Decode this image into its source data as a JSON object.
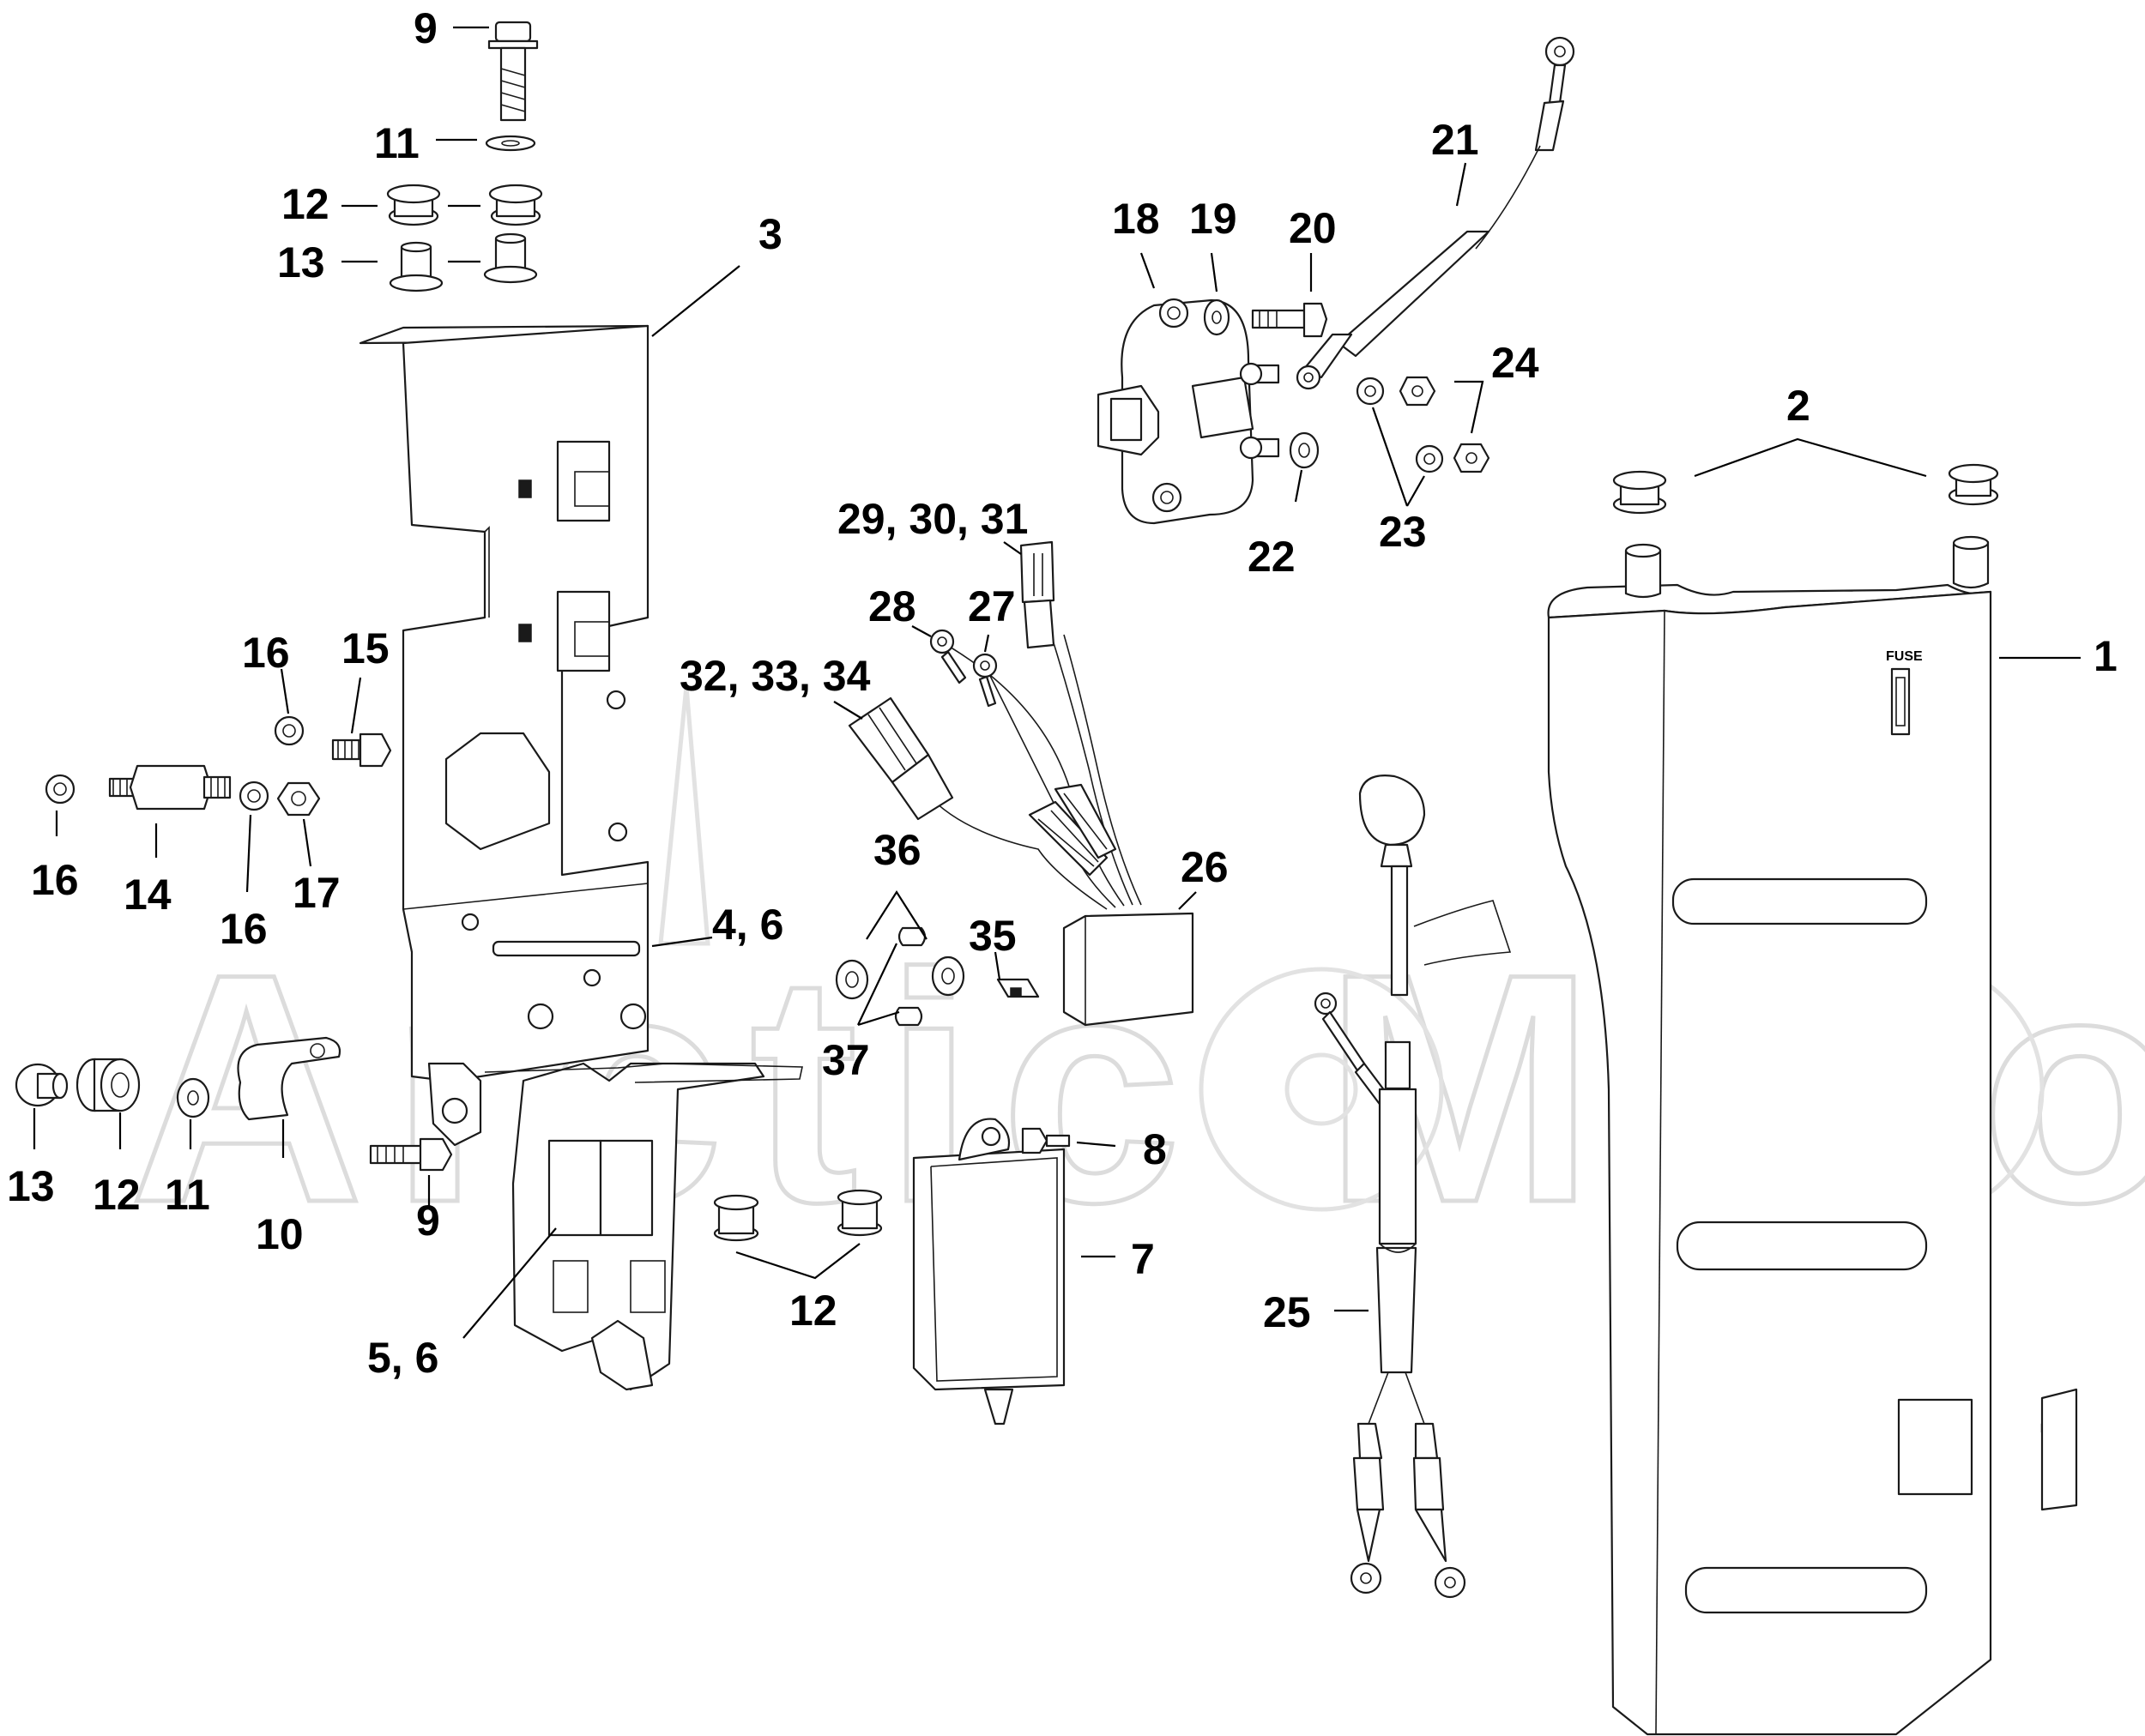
{
  "watermark": {
    "text": "Arctic Moto"
  },
  "labels": {
    "l9a": "9",
    "l11a": "11",
    "l12a": "12",
    "l13a": "13",
    "l3": "3",
    "l18": "18",
    "l19": "19",
    "l20": "20",
    "l21": "21",
    "l24": "24",
    "l2": "2",
    "l22": "22",
    "l23": "23",
    "l29": "29, 30, 31",
    "l28": "28",
    "l27": "27",
    "l32": "32, 33, 34",
    "l16a": "16",
    "l15": "15",
    "l1": "1",
    "l16b": "16",
    "l14": "14",
    "l16c": "16",
    "l17": "17",
    "l36": "36",
    "l26": "26",
    "l46": "4, 6",
    "l35": "35",
    "l37": "37",
    "l8": "8",
    "l13b": "13",
    "l12b": "12",
    "l11b": "11",
    "l10": "10",
    "l9b": "9",
    "l7": "7",
    "l12c": "12",
    "l25": "25",
    "l56": "5, 6"
  },
  "fuse_label": "FUSE"
}
